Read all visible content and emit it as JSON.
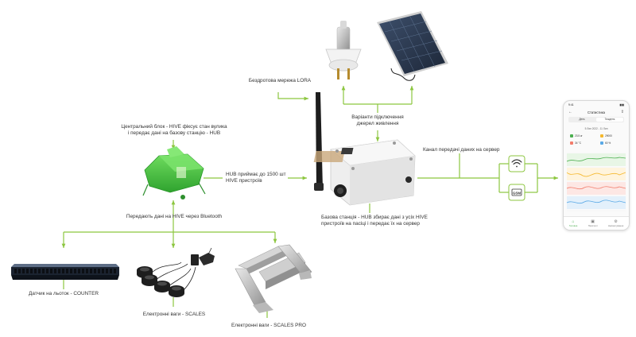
{
  "colors": {
    "connector": "#8cc63f",
    "hub_green": "#3dbb3d",
    "text": "#333333"
  },
  "labels": {
    "lora": "Бездротова мережа LORA",
    "power_options": [
      "Варіанти підключення",
      "джерел живлення"
    ],
    "central_unit": [
      "Центральний блок - HIVE фіксує стан вулика",
      "і передає дані на базову станцію - HUB"
    ],
    "hub_capacity": [
      "HUB приймає до 1500 шт",
      "HIVE пристроїв"
    ],
    "data_channel": "Канал передачі даних на сервер",
    "bluetooth": "Передають дані на HIVE через Bluetooth",
    "base_station": [
      "Базова станція - HUB збирає дані з усіх HIVE",
      "пристроїв на пасіці і передає їх на сервер"
    ],
    "counter": "Датчик на льоток - COUNTER",
    "scales": "Електронні ваги - SCALES",
    "scales_pro": "Електронні ваги - SCALES PRO"
  },
  "channels": {
    "gsm_label": "GSM",
    "wifi_icon": "wifi-icon"
  },
  "phone": {
    "status_time": "9:41",
    "title": "Статистика",
    "tabs": [
      "День",
      "Тиждень"
    ],
    "active_tab": 1,
    "date": "5 Лип 2022 - 11 Лип",
    "metrics": [
      "23.5 кг",
      "29000",
      "34 °С",
      "60 %"
    ],
    "nav": [
      "Головна",
      "Пристрої",
      "Налаштування"
    ]
  }
}
